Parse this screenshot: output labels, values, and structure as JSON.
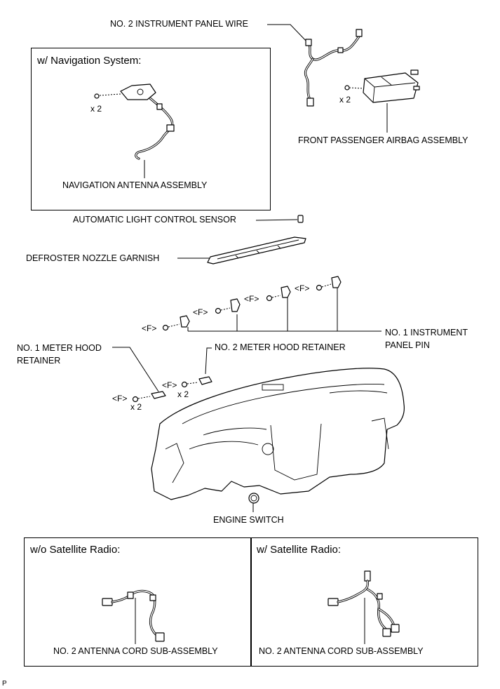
{
  "labels": {
    "no2_instrument_panel_wire": "NO. 2 INSTRUMENT PANEL WIRE",
    "front_passenger_airbag": "FRONT PASSENGER AIRBAG ASSEMBLY",
    "navigation_antenna": "NAVIGATION ANTENNA ASSEMBLY",
    "auto_light_sensor": "AUTOMATIC LIGHT CONTROL SENSOR",
    "defroster_nozzle_garnish": "DEFROSTER NOZZLE GARNISH",
    "no1_panel_pin_line1": "NO. 1 INSTRUMENT",
    "no1_panel_pin_line2": "PANEL PIN",
    "no1_meter_hood_line1": "NO. 1 METER HOOD",
    "no1_meter_hood_line2": "RETAINER",
    "no2_meter_hood": "NO. 2 METER HOOD RETAINER",
    "engine_switch": "ENGINE SWITCH",
    "antenna_cord_wo": "NO. 2 ANTENNA CORD SUB-ASSEMBLY",
    "antenna_cord_w": "NO. 2 ANTENNA CORD SUB-ASSEMBLY"
  },
  "boxes": {
    "navigation": "w/ Navigation System:",
    "without_sat": "w/o Satellite Radio:",
    "with_sat": "w/ Satellite Radio:"
  },
  "quantities": {
    "nav_screw": "x 2",
    "airbag_screw": "x 2",
    "meter_hood_1": "x 2",
    "meter_hood_2": "x 2"
  },
  "fasteners": {
    "f1": "<F>",
    "f2": "<F>",
    "f3": "<F>",
    "f4": "<F>",
    "f5": "<F>",
    "f6": "<F>"
  },
  "corner_mark": "P"
}
